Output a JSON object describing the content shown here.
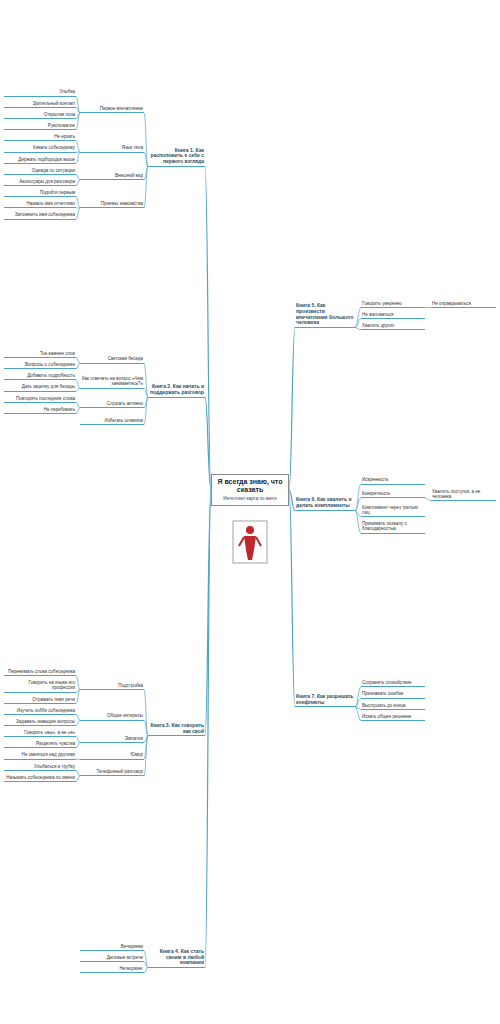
{
  "diagram": {
    "nodes": [
      {
        "text": [
          "Я всегда знаю, что сказать",
          "Интеллект-карта по книге"
        ]
      },
      {
        "text": [
          "Книга 1. Как расположить к себе с первого взгляда"
        ]
      },
      {
        "text": [
          "Первое впечатление"
        ]
      },
      {
        "text": [
          "Улыбка"
        ]
      },
      {
        "text": [
          "Зрительный контакт"
        ]
      },
      {
        "text": [
          "Открытая поза"
        ]
      },
      {
        "text": [
          "Рукопожатие"
        ]
      },
      {
        "text": [
          "Язык тела"
        ]
      },
      {
        "text": [
          "Не ерзать"
        ]
      },
      {
        "text": [
          "Кивать собеседнику"
        ]
      },
      {
        "text": [
          "Держать подбородок выше"
        ]
      },
      {
        "text": [
          "Внешний вид"
        ]
      },
      {
        "text": [
          "Одежда по ситуации"
        ]
      },
      {
        "text": [
          "Аксессуары для разговора"
        ]
      },
      {
        "text": [
          "Приемы знакомства"
        ]
      },
      {
        "text": [
          "Подойти первым"
        ]
      },
      {
        "text": [
          "Назвать имя отчетливо"
        ]
      },
      {
        "text": [
          "Запомнить имя собеседника"
        ]
      },
      {
        "text": [
          "Книга 2. Как начать и поддержать разговор"
        ]
      },
      {
        "text": [
          "Светская беседа"
        ]
      },
      {
        "text": [
          "Тон важнее слов"
        ]
      },
      {
        "text": [
          "Вопросы о собеседнике"
        ]
      },
      {
        "text": [
          "Как отвечать на вопрос «Чем занимаетесь?»"
        ]
      },
      {
        "text": [
          "Добавить подробность"
        ]
      },
      {
        "text": [
          "Дать зацепку для беседы"
        ]
      },
      {
        "text": [
          "Слушать активно"
        ]
      },
      {
        "text": [
          "Повторять последние слова"
        ]
      },
      {
        "text": [
          "Не перебивать"
        ]
      },
      {
        "text": [
          "Избегать штампов"
        ]
      },
      {
        "text": [
          "Книга 3. Как говорить как свой"
        ]
      },
      {
        "text": [
          "Подстройка"
        ]
      },
      {
        "text": [
          "Перенимать слова собеседника"
        ]
      },
      {
        "text": [
          "Говорить на языке его профессии"
        ]
      },
      {
        "text": [
          "Отражать темп речи"
        ]
      },
      {
        "text": [
          "Общие интересы"
        ]
      },
      {
        "text": [
          "Изучить хобби собеседника"
        ]
      },
      {
        "text": [
          "Задавать знающие вопросы"
        ]
      },
      {
        "text": [
          "Эмпатия"
        ]
      },
      {
        "text": [
          "Говорить «вы», а не «я»"
        ]
      },
      {
        "text": [
          "Разделять чувства"
        ]
      },
      {
        "text": [
          "Юмор"
        ]
      },
      {
        "text": [
          "Не смеяться над другими"
        ]
      },
      {
        "text": [
          "Телефонный разговор"
        ]
      },
      {
        "text": [
          "Улыбаться в трубку"
        ]
      },
      {
        "text": [
          "Называть собеседника по имени"
        ]
      },
      {
        "text": [
          "Книга 4. Как стать своим в любой компании"
        ]
      },
      {
        "text": [
          "Вечеринки"
        ]
      },
      {
        "text": [
          "Деловые встречи"
        ]
      },
      {
        "text": [
          "Нетворкинг"
        ]
      },
      {
        "text": [
          "Книга 5. Как произвести впечатление большого человека"
        ]
      },
      {
        "text": [
          "Говорить уверенно"
        ]
      },
      {
        "text": [
          "Не оправдываться"
        ]
      },
      {
        "text": [
          "Не жаловаться"
        ]
      },
      {
        "text": [
          "Хвалить других"
        ]
      },
      {
        "text": [
          "Книга 6. Как хвалить и делать комплименты"
        ]
      },
      {
        "text": [
          "Искренность"
        ]
      },
      {
        "text": [
          "Конкретность"
        ]
      },
      {
        "text": [
          "Хвалить поступок, а не человека"
        ]
      },
      {
        "text": [
          "Комплимент через третьих лиц"
        ]
      },
      {
        "text": [
          "Принимать похвалу с благодарностью"
        ]
      },
      {
        "text": [
          "Книга 7. Как разрешать конфликты"
        ]
      },
      {
        "text": [
          "Сохранять спокойствие"
        ]
      },
      {
        "text": [
          "Признавать ошибки"
        ]
      },
      {
        "text": [
          "Выслушать до конца"
        ]
      },
      {
        "text": [
          "Искать общее решение"
        ]
      }
    ],
    "edges": [
      {
        "from": 0,
        "to": 1,
        "arrow": "none"
      },
      {
        "from": 1,
        "to": 2,
        "arrow": "none"
      },
      {
        "from": 2,
        "to": 3,
        "arrow": "none"
      },
      {
        "from": 2,
        "to": 4,
        "arrow": "none"
      },
      {
        "from": 2,
        "to": 5,
        "arrow": "none"
      },
      {
        "from": 2,
        "to": 6,
        "arrow": "none"
      },
      {
        "from": 1,
        "to": 7,
        "arrow": "none"
      },
      {
        "from": 7,
        "to": 8,
        "arrow": "none"
      },
      {
        "from": 7,
        "to": 9,
        "arrow": "none"
      },
      {
        "from": 7,
        "to": 10,
        "arrow": "none"
      },
      {
        "from": 1,
        "to": 11,
        "arrow": "none"
      },
      {
        "from": 11,
        "to": 12,
        "arrow": "none"
      },
      {
        "from": 11,
        "to": 13,
        "arrow": "none"
      },
      {
        "from": 1,
        "to": 14,
        "arrow": "none"
      },
      {
        "from": 14,
        "to": 15,
        "arrow": "none"
      },
      {
        "from": 14,
        "to": 16,
        "arrow": "none"
      },
      {
        "from": 14,
        "to": 17,
        "arrow": "none"
      },
      {
        "from": 0,
        "to": 18,
        "arrow": "none"
      },
      {
        "from": 18,
        "to": 19,
        "arrow": "none"
      },
      {
        "from": 19,
        "to": 20,
        "arrow": "none"
      },
      {
        "from": 19,
        "to": 21,
        "arrow": "none"
      },
      {
        "from": 18,
        "to": 22,
        "arrow": "none"
      },
      {
        "from": 22,
        "to": 23,
        "arrow": "none"
      },
      {
        "from": 22,
        "to": 24,
        "arrow": "none"
      },
      {
        "from": 18,
        "to": 25,
        "arrow": "none"
      },
      {
        "from": 25,
        "to": 26,
        "arrow": "none"
      },
      {
        "from": 25,
        "to": 27,
        "arrow": "none"
      },
      {
        "from": 18,
        "to": 28,
        "arrow": "none"
      },
      {
        "from": 0,
        "to": 29,
        "arrow": "none"
      },
      {
        "from": 29,
        "to": 30,
        "arrow": "none"
      },
      {
        "from": 30,
        "to": 31,
        "arrow": "none"
      },
      {
        "from": 30,
        "to": 32,
        "arrow": "none"
      },
      {
        "from": 30,
        "to": 33,
        "arrow": "none"
      },
      {
        "from": 29,
        "to": 34,
        "arrow": "none"
      },
      {
        "from": 34,
        "to": 35,
        "arrow": "none"
      },
      {
        "from": 34,
        "to": 36,
        "arrow": "none"
      },
      {
        "from": 29,
        "to": 37,
        "arrow": "none"
      },
      {
        "from": 37,
        "to": 38,
        "arrow": "none"
      },
      {
        "from": 37,
        "to": 39,
        "arrow": "none"
      },
      {
        "from": 29,
        "to": 40,
        "arrow": "none"
      },
      {
        "from": 40,
        "to": 41,
        "arrow": "none"
      },
      {
        "from": 29,
        "to": 42,
        "arrow": "none"
      },
      {
        "from": 42,
        "to": 43,
        "arrow": "none"
      },
      {
        "from": 42,
        "to": 44,
        "arrow": "none"
      },
      {
        "from": 0,
        "to": 45,
        "arrow": "none"
      },
      {
        "from": 45,
        "to": 46,
        "arrow": "none"
      },
      {
        "from": 45,
        "to": 47,
        "arrow": "none"
      },
      {
        "from": 45,
        "to": 48,
        "arrow": "none"
      },
      {
        "from": 0,
        "to": 49,
        "arrow": "none"
      },
      {
        "from": 49,
        "to": 50,
        "arrow": "none"
      },
      {
        "from": 50,
        "to": 51,
        "arrow": "none"
      },
      {
        "from": 49,
        "to": 52,
        "arrow": "none"
      },
      {
        "from": 49,
        "to": 53,
        "arrow": "none"
      },
      {
        "from": 0,
        "to": 54,
        "arrow": "none"
      },
      {
        "from": 54,
        "to": 55,
        "arrow": "none"
      },
      {
        "from": 54,
        "to": 56,
        "arrow": "none"
      },
      {
        "from": 56,
        "to": 57,
        "arrow": "none"
      },
      {
        "from": 54,
        "to": 58,
        "arrow": "none"
      },
      {
        "from": 54,
        "to": 59,
        "arrow": "none"
      },
      {
        "from": 0,
        "to": 60,
        "arrow": "none"
      },
      {
        "from": 60,
        "to": 61,
        "arrow": "none"
      },
      {
        "from": 60,
        "to": 62,
        "arrow": "none"
      },
      {
        "from": 60,
        "to": 63,
        "arrow": "none"
      },
      {
        "from": 60,
        "to": 64,
        "arrow": "none"
      }
    ]
  }
}
